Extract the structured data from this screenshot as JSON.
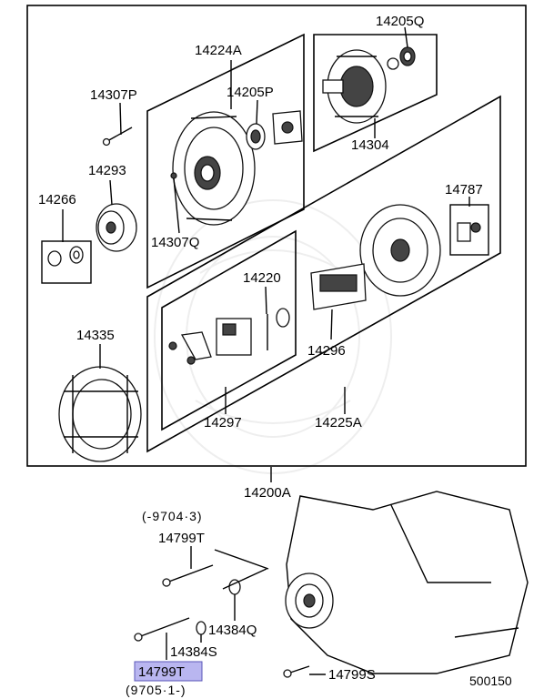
{
  "diagram": {
    "part_labels": {
      "p14224A": "14224A",
      "p14205Q": "14205Q",
      "p14205P": "14205P",
      "p14307P": "14307P",
      "p14304": "14304",
      "p14293": "14293",
      "p14266": "14266",
      "p14307Q": "14307Q",
      "p14787": "14787",
      "p14220": "14220",
      "p14335": "14335",
      "p14296": "14296",
      "p14297": "14297",
      "p14225A": "14225A",
      "p14200A": "14200A",
      "p14799T_top": "14799T",
      "p14384Q": "14384Q",
      "p14384S": "14384S",
      "p14799T_sel": "14799T",
      "p14799S": "14799S"
    },
    "date_note_top": "(-9704·3)",
    "date_note_bottom": "(9705·1-)",
    "diagram_id": "500150",
    "highlight_color": "#b9b6f0"
  }
}
